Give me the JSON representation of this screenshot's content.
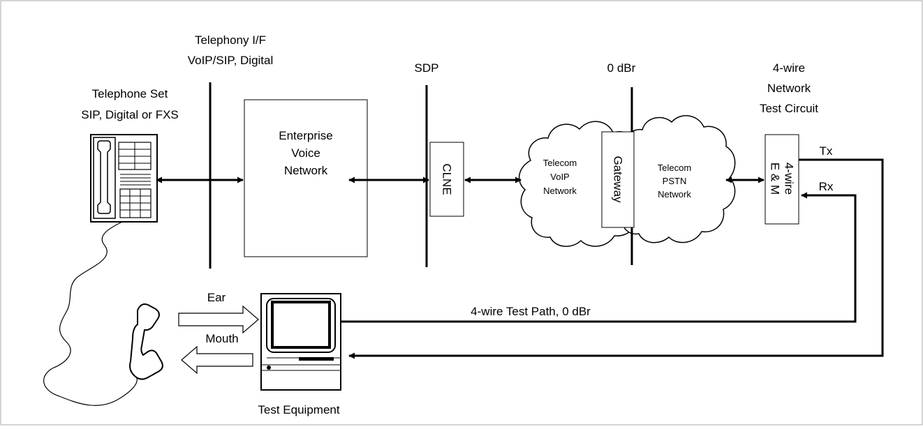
{
  "labels": {
    "telephony_if": [
      "Telephony I/F",
      "VoIP/SIP, Digital"
    ],
    "telephone_set": [
      "Telephone Set",
      "SIP, Digital or FXS"
    ],
    "sdp": "SDP",
    "zero_dbr": "0 dBr",
    "four_wire_circuit": [
      "4-wire",
      "Network",
      "Test Circuit"
    ],
    "enterprise_network": [
      "Enterprise",
      "Voice",
      "Network"
    ],
    "clne": "CLNE",
    "gateway": "Gateway",
    "telecom_voip": [
      "Telecom",
      "VoIP",
      "Network"
    ],
    "telecom_pstn": [
      "Telecom",
      "PSTN",
      "Network"
    ],
    "em_box": [
      "4-wire",
      "E & M"
    ],
    "tx": "Tx",
    "rx": "Rx",
    "ear": "Ear",
    "mouth": "Mouth",
    "test_path": "4-wire Test Path, 0 dBr",
    "test_equipment": "Test Equipment"
  },
  "colors": {
    "stroke": "#000000",
    "background": "#ffffff"
  }
}
